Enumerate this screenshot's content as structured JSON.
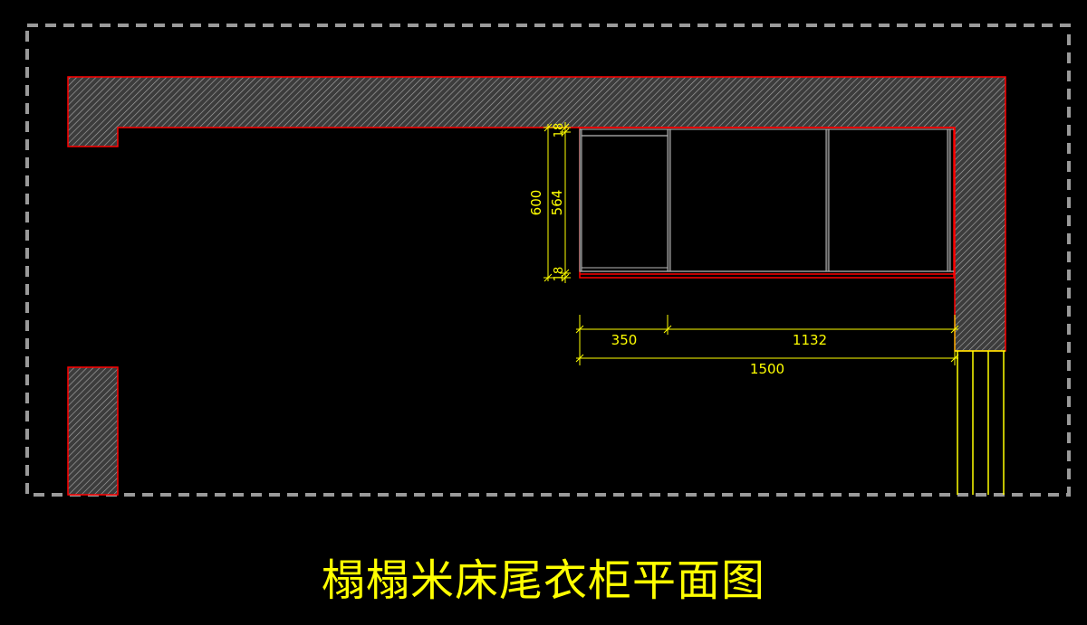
{
  "drawing": {
    "title": "榻榻米床尾衣柜平面图",
    "dimensions": {
      "height_total": "600",
      "height_inner": "564",
      "panel_top": "18",
      "panel_bottom": "18",
      "width_left": "350",
      "width_right": "1132",
      "width_total": "1500"
    }
  },
  "colors": {
    "background": "#000000",
    "wall_outline": "#ff0000",
    "hatch": "#9a9a9a",
    "dimension": "#ffff00",
    "cabinet_line": "#b8b8b8",
    "viewport_border": "#9a9a9a"
  }
}
